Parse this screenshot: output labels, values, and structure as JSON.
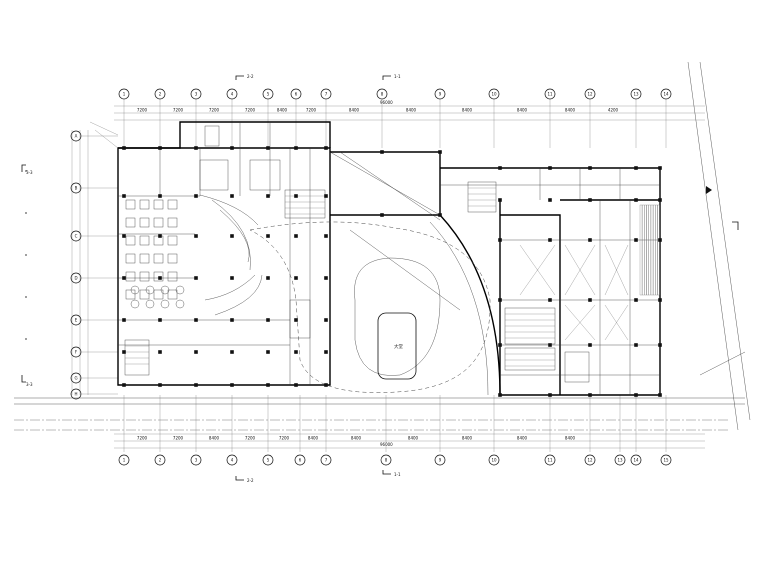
{
  "drawing": {
    "overall_dimension_top": "96000",
    "overall_dimension_bottom": "96000",
    "section_marks": [
      {
        "label": "2-2"
      },
      {
        "label": "1-1"
      },
      {
        "label": "2-2"
      },
      {
        "label": "1-1"
      },
      {
        "label": "3-3"
      },
      {
        "label": "3-3"
      }
    ],
    "top_bay_dims": [
      "7200",
      "7200",
      "7200",
      "7200",
      "8400",
      "7200",
      "8400",
      "8400",
      "8400",
      "8400",
      "8400",
      "4200"
    ],
    "bottom_bay_dims": [
      "7200",
      "7200",
      "8400",
      "7200",
      "7200",
      "8400",
      "8400",
      "8400",
      "8400",
      "8400",
      "8400"
    ],
    "top_axes": [
      "1",
      "2",
      "3",
      "4",
      "5",
      "6",
      "7",
      "8",
      "9",
      "10",
      "11",
      "12",
      "13",
      "14"
    ],
    "bottom_axes": [
      "1",
      "2",
      "3",
      "4",
      "5",
      "6",
      "7",
      "8",
      "9",
      "10",
      "11",
      "12",
      "13",
      "14",
      "15"
    ],
    "left_axes": [
      "A",
      "B",
      "C",
      "D",
      "E",
      "F",
      "G",
      "H"
    ],
    "room_label": "大堂",
    "colors": {
      "line": "#111111",
      "background": "#ffffff"
    }
  }
}
